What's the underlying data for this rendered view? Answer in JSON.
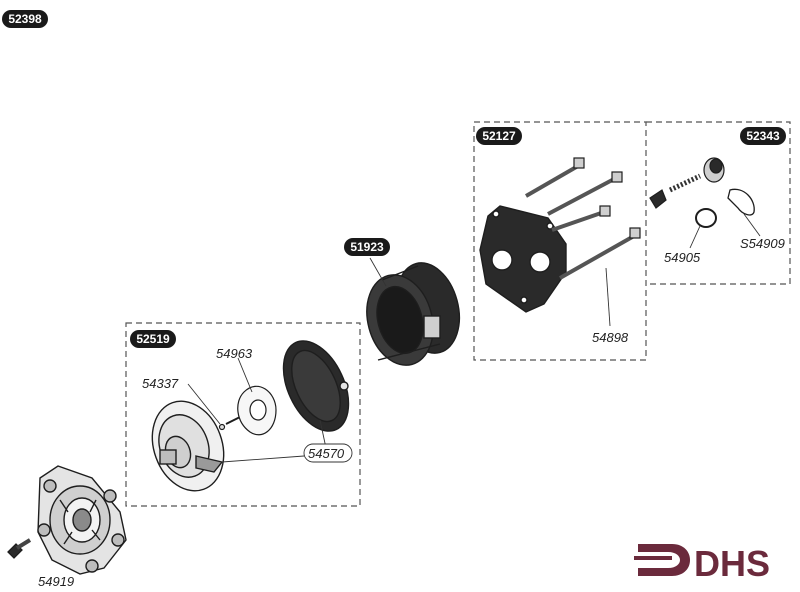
{
  "colors": {
    "ink": "#1e1e1e",
    "tag_bg": "#1a1a1a",
    "tag_text": "#ffffff",
    "dash": "#555555",
    "logo": "#6b2a3c",
    "part_fill": "#e4e4e4",
    "dark_fill": "#2a2a2a"
  },
  "assembly_tags": {
    "main": "52398",
    "pump_cover_kit": "52519",
    "bellows": "51923",
    "plate_kit": "52127",
    "valve_kit": "52343"
  },
  "part_numbers": {
    "screw": "54919",
    "pin": "54337",
    "gasket": "54963",
    "diaphragm": "54570",
    "long_bolts": "54898",
    "o_ring": "54905",
    "clip": "S54909"
  },
  "logo": {
    "text": "DHS",
    "icon": "dhs-arrow-logo-icon"
  }
}
